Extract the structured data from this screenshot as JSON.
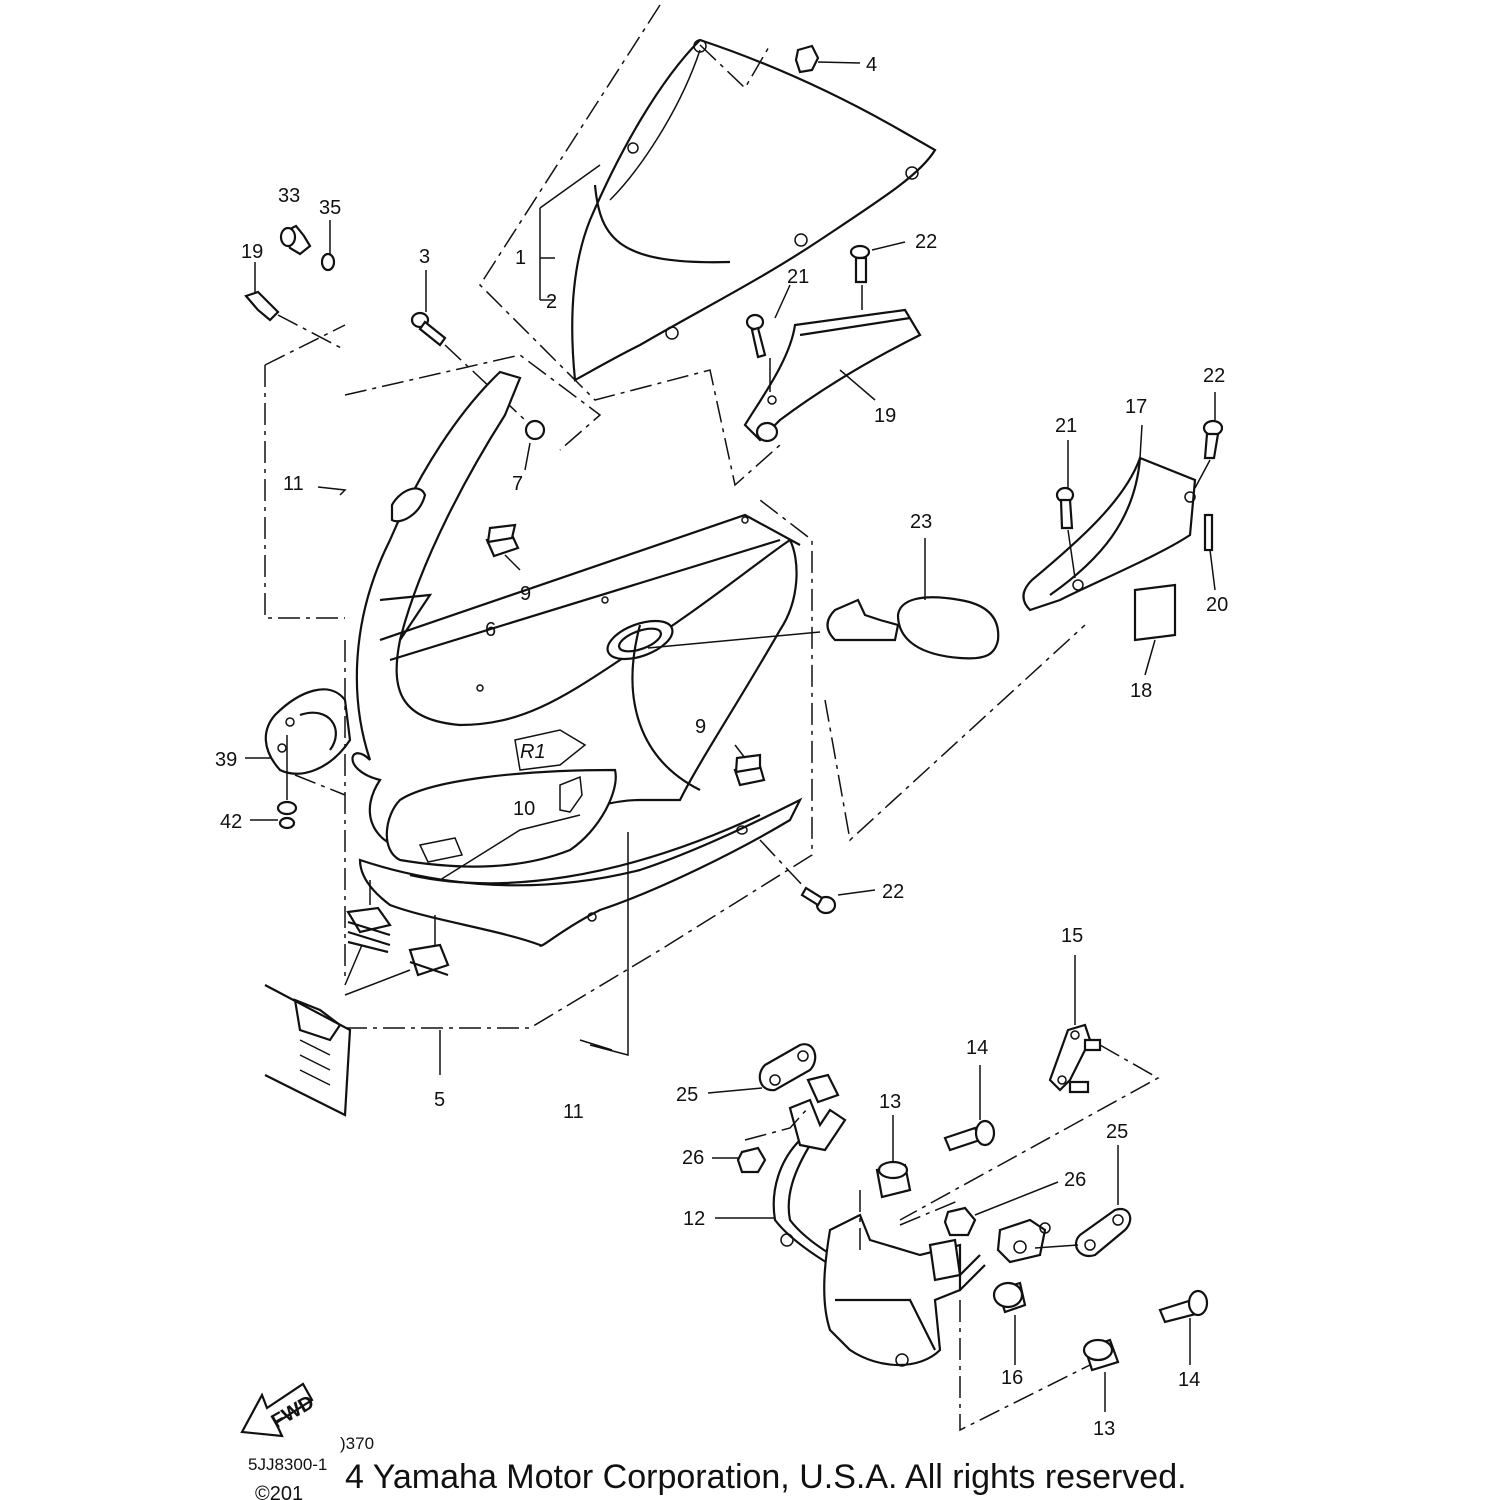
{
  "labels": {
    "l1": "1",
    "l2": "2",
    "l3": "3",
    "l4": "4",
    "l5": "5",
    "l6": "6",
    "l7": "7",
    "l9a": "9",
    "l9b": "9",
    "l10": "10",
    "l11a": "11",
    "l11b": "11",
    "l12": "12",
    "l13a": "13",
    "l13b": "13",
    "l14a": "14",
    "l14b": "14",
    "l15": "15",
    "l16": "16",
    "l17": "17",
    "l18": "18",
    "l19a": "19",
    "l19b": "19",
    "l20": "20",
    "l21a": "21",
    "l21b": "21",
    "l22a": "22",
    "l22b": "22",
    "l22c": "22",
    "l23": "23",
    "l25a": "25",
    "l25b": "25",
    "l26a": "26",
    "l26b": "26",
    "l33": "33",
    "l35": "35",
    "l39": "39",
    "l42": "42"
  },
  "fwd_text": "FWD",
  "code_top": ")370",
  "code_bottom": "5JJ8300-1",
  "copyright_left": "©201",
  "copyright": "4 Yamaha Motor Corporation, U.S.A. All rights reserved.",
  "colors": {
    "ink": "#111111",
    "paper": "#ffffff"
  }
}
